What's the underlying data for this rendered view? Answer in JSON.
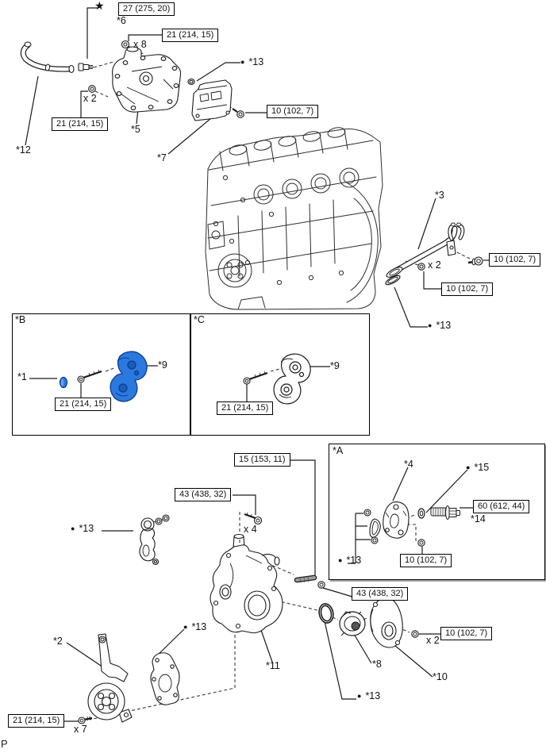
{
  "symbols": {
    "bullet": "●",
    "star": "★"
  },
  "labels": [
    {
      "text": "★"
    },
    {
      "text": "*6"
    },
    {
      "text": "x 8"
    },
    {
      "text": "x 2"
    },
    {
      "text": "*12"
    },
    {
      "text": "*5"
    },
    {
      "text": "*7"
    },
    {
      "text": "*13",
      "bullet": true
    },
    {
      "text": "*3"
    },
    {
      "text": "x 2"
    },
    {
      "text": "*13",
      "bullet": true
    },
    {
      "text": "*B"
    },
    {
      "text": "*C"
    },
    {
      "text": "*1"
    },
    {
      "text": "*9"
    },
    {
      "text": "*9"
    },
    {
      "text": "*A"
    },
    {
      "text": "*4"
    },
    {
      "text": "*15",
      "bullet": true
    },
    {
      "text": "*14"
    },
    {
      "text": "*13",
      "bullet": true
    },
    {
      "text": "x 4"
    },
    {
      "text": "*13",
      "bullet": true
    },
    {
      "text": "*2"
    },
    {
      "text": "*13",
      "bullet": true
    },
    {
      "text": "*11"
    },
    {
      "text": "*8"
    },
    {
      "text": "*10"
    },
    {
      "text": "*13",
      "bullet": true
    },
    {
      "text": "x 2"
    },
    {
      "text": "x 7"
    },
    {
      "text": "P"
    }
  ],
  "callout_boxes": [
    {
      "text": "27 (275, 20)"
    },
    {
      "text": "21 (214, 15)"
    },
    {
      "text": "21 (214, 15)"
    },
    {
      "text": "10 (102, 7)"
    },
    {
      "text": "10 (102, 7)"
    },
    {
      "text": "10 (102, 7)"
    },
    {
      "text": "21 (214, 15)"
    },
    {
      "text": "21 (214, 15)"
    },
    {
      "text": "15 (153, 11)"
    },
    {
      "text": "43 (438, 32)"
    },
    {
      "text": "60 (612, 44)"
    },
    {
      "text": "10 (102, 7)"
    },
    {
      "text": "43 (438, 32)"
    },
    {
      "text": "10 (102, 7)"
    },
    {
      "text": "21 (214, 15)"
    }
  ],
  "colors": {
    "highlight_part": "#2b79de",
    "highlight_part_outline": "#0a3e94",
    "line_art": "#1a1a1a"
  }
}
